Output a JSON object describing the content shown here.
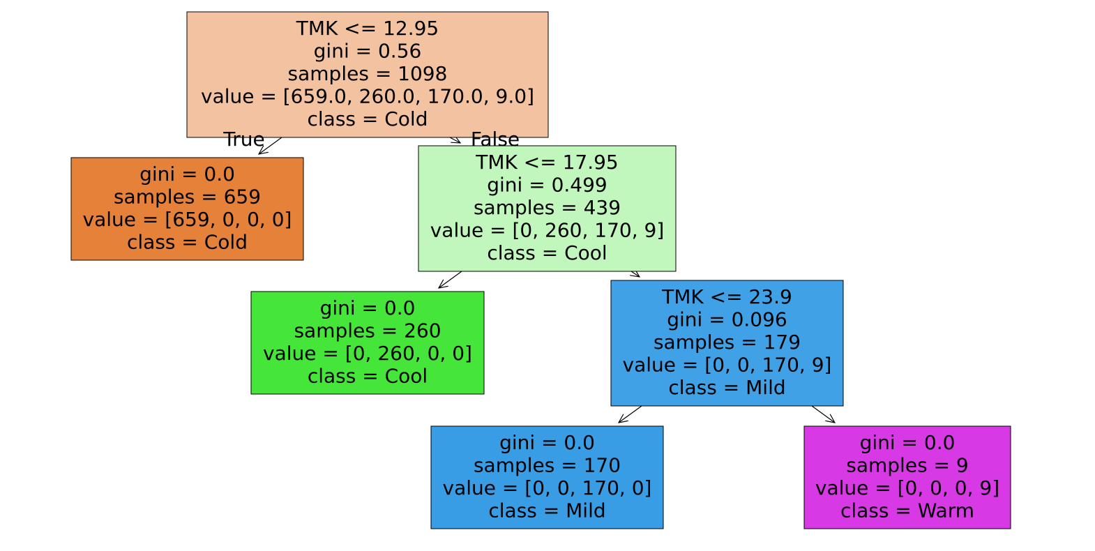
{
  "tree": {
    "nodes": [
      {
        "id": "n0",
        "fill": "#f3c3a1",
        "lines": [
          "TMK <= 12.95",
          "gini = 0.56",
          "samples = 1098",
          "value = [659.0, 260.0, 170.0, 9.0]",
          "class = Cold"
        ]
      },
      {
        "id": "n1",
        "fill": "#e68139",
        "lines": [
          "gini = 0.0",
          "samples = 659",
          "value = [659, 0, 0, 0]",
          "class = Cold"
        ]
      },
      {
        "id": "n2",
        "fill": "#c1f6bc",
        "lines": [
          "TMK <= 17.95",
          "gini = 0.499",
          "samples = 439",
          "value = [0, 260, 170, 9]",
          "class = Cool"
        ]
      },
      {
        "id": "n3",
        "fill": "#46e53a",
        "lines": [
          "gini = 0.0",
          "samples = 260",
          "value = [0, 260, 0, 0]",
          "class = Cool"
        ]
      },
      {
        "id": "n4",
        "fill": "#41a1e6",
        "lines": [
          "TMK <= 23.9",
          "gini = 0.096",
          "samples = 179",
          "value = [0, 0, 170, 9]",
          "class = Mild"
        ]
      },
      {
        "id": "n5",
        "fill": "#399de5",
        "lines": [
          "gini = 0.0",
          "samples = 170",
          "value = [0, 0, 170, 0]",
          "class = Mild"
        ]
      },
      {
        "id": "n6",
        "fill": "#d739e5",
        "lines": [
          "gini = 0.0",
          "samples = 9",
          "value = [0, 0, 0, 9]",
          "class = Warm"
        ]
      }
    ],
    "edges": [
      {
        "from": "n0",
        "to": "n1",
        "label": "True"
      },
      {
        "from": "n0",
        "to": "n2",
        "label": "False"
      },
      {
        "from": "n2",
        "to": "n3",
        "label": ""
      },
      {
        "from": "n2",
        "to": "n4",
        "label": ""
      },
      {
        "from": "n4",
        "to": "n5",
        "label": ""
      },
      {
        "from": "n4",
        "to": "n6",
        "label": ""
      }
    ]
  }
}
